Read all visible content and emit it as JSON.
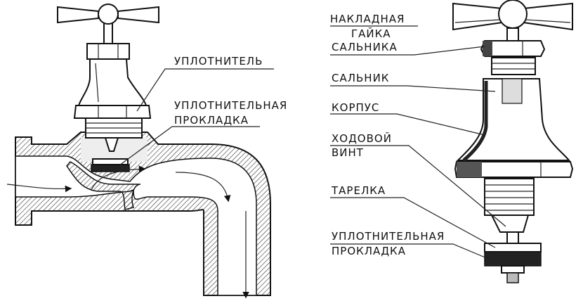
{
  "left_figure": {
    "labels": {
      "seal": "УПЛОТНИТЕЛЬ",
      "gasket_line1": "УПЛОТНИТЕЛЬНАЯ",
      "gasket_line2": "ПРОКЛАДКА"
    }
  },
  "right_figure": {
    "labels": {
      "nut_line1": "НАКЛАДНАЯ",
      "nut_line2": "ГАЙКА",
      "nut_line3": "САЛЬНИКА",
      "gland": "САЛЬНИК",
      "body": "КОРПУС",
      "screw_line1": "ХОДОВОЙ",
      "screw_line2": "ВИНТ",
      "plate": "ТАРЕЛКА",
      "gasket_line1": "УПЛОТНИТЕЛЬНАЯ",
      "gasket_line2": "ПРОКЛАДКА"
    }
  }
}
